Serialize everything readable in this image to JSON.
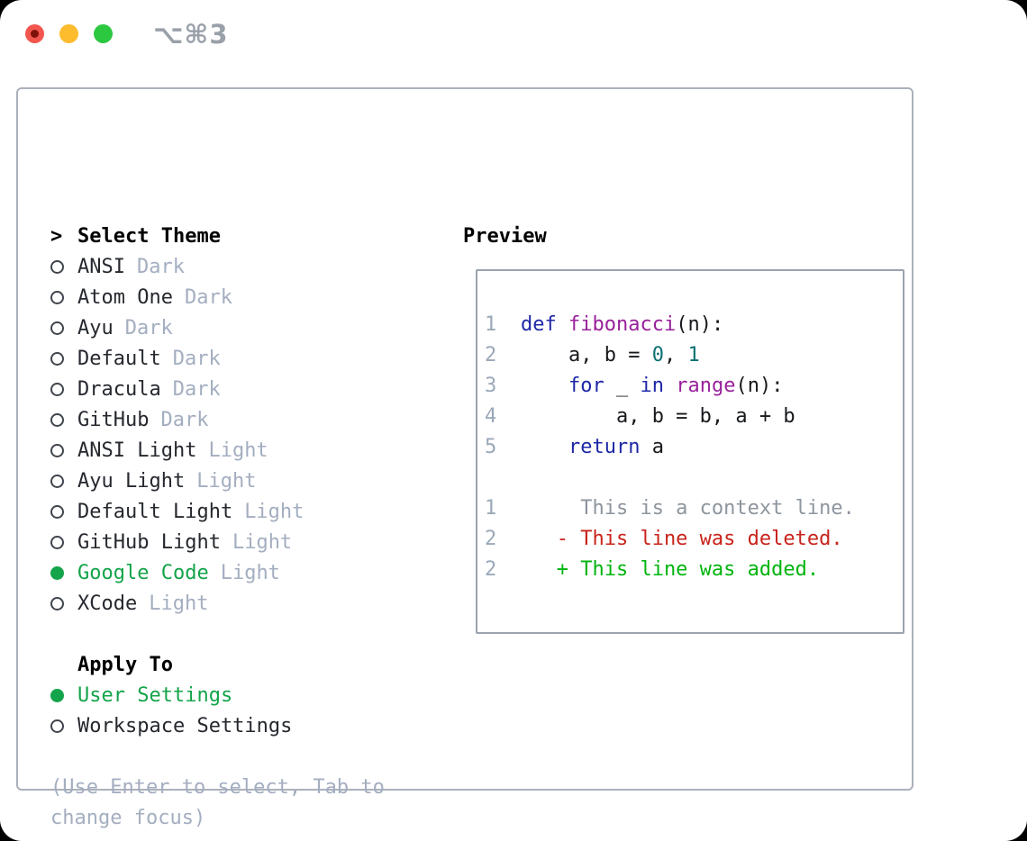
{
  "window": {
    "title": "⌥⌘3",
    "traffic_lights": {
      "red": "#f2564e",
      "red_dot": "#7f1208",
      "yellow": "#fcbc2e",
      "green": "#2bc840"
    }
  },
  "left": {
    "prompt": ">",
    "header": "Select Theme",
    "themes": [
      {
        "name": "ANSI",
        "variant": "Dark",
        "selected": false
      },
      {
        "name": "Atom One",
        "variant": "Dark",
        "selected": false
      },
      {
        "name": "Ayu",
        "variant": "Dark",
        "selected": false
      },
      {
        "name": "Default",
        "variant": "Dark",
        "selected": false
      },
      {
        "name": "Dracula",
        "variant": "Dark",
        "selected": false
      },
      {
        "name": "GitHub",
        "variant": "Dark",
        "selected": false
      },
      {
        "name": "ANSI Light",
        "variant": "Light",
        "selected": false
      },
      {
        "name": "Ayu Light",
        "variant": "Light",
        "selected": false
      },
      {
        "name": "Default Light",
        "variant": "Light",
        "selected": false
      },
      {
        "name": "GitHub Light",
        "variant": "Light",
        "selected": false
      },
      {
        "name": "Google Code",
        "variant": "Light",
        "selected": true
      },
      {
        "name": "XCode",
        "variant": "Light",
        "selected": false
      }
    ],
    "apply_header": "Apply To",
    "apply_options": [
      {
        "name": "User Settings",
        "selected": true
      },
      {
        "name": "Workspace Settings",
        "selected": false
      }
    ],
    "help": [
      "(Use Enter to select, Tab to",
      "change focus)"
    ]
  },
  "preview": {
    "header": "Preview",
    "code_lines": [
      {
        "num": "1",
        "segments": [
          {
            "t": "def",
            "c": "kwd"
          },
          {
            "t": " ",
            "c": "pln"
          },
          {
            "t": "fibonacci",
            "c": "typ"
          },
          {
            "t": "(n):",
            "c": "pln"
          }
        ]
      },
      {
        "num": "2",
        "segments": [
          {
            "t": "    a, b = ",
            "c": "pln"
          },
          {
            "t": "0",
            "c": "lit"
          },
          {
            "t": ", ",
            "c": "pln"
          },
          {
            "t": "1",
            "c": "lit"
          }
        ]
      },
      {
        "num": "3",
        "segments": [
          {
            "t": "    ",
            "c": "pln"
          },
          {
            "t": "for",
            "c": "kwd"
          },
          {
            "t": " _ ",
            "c": "pln"
          },
          {
            "t": "in",
            "c": "kwd"
          },
          {
            "t": " ",
            "c": "pln"
          },
          {
            "t": "range",
            "c": "typ"
          },
          {
            "t": "(n):",
            "c": "pln"
          }
        ]
      },
      {
        "num": "4",
        "segments": [
          {
            "t": "        a, b = b, a + b",
            "c": "pln"
          }
        ]
      },
      {
        "num": "5",
        "segments": [
          {
            "t": "    ",
            "c": "pln"
          },
          {
            "t": "return",
            "c": "kwd"
          },
          {
            "t": " a",
            "c": "pln"
          }
        ]
      }
    ],
    "diff_lines": [
      {
        "num": "1",
        "text": "     This is a context line.",
        "c": "ctx"
      },
      {
        "num": "2",
        "text": "   - This line was deleted.",
        "c": "del"
      },
      {
        "num": "2",
        "text": "   + This line was added.",
        "c": "add"
      }
    ]
  },
  "colors": {
    "accent_green": "#14a44a",
    "syntax_keyword": "#1e28a6",
    "syntax_type": "#98219b",
    "syntax_literal": "#0d7173",
    "syntax_plain": "#17191c",
    "diff_deleted": "#c8231b",
    "diff_added": "#00b40e",
    "diff_context": "#8d959e",
    "line_number": "#9aa8b8",
    "muted_text": "#a4aec0",
    "panel_border": "#aab1bb",
    "preview_border": "#9aa3ae"
  }
}
